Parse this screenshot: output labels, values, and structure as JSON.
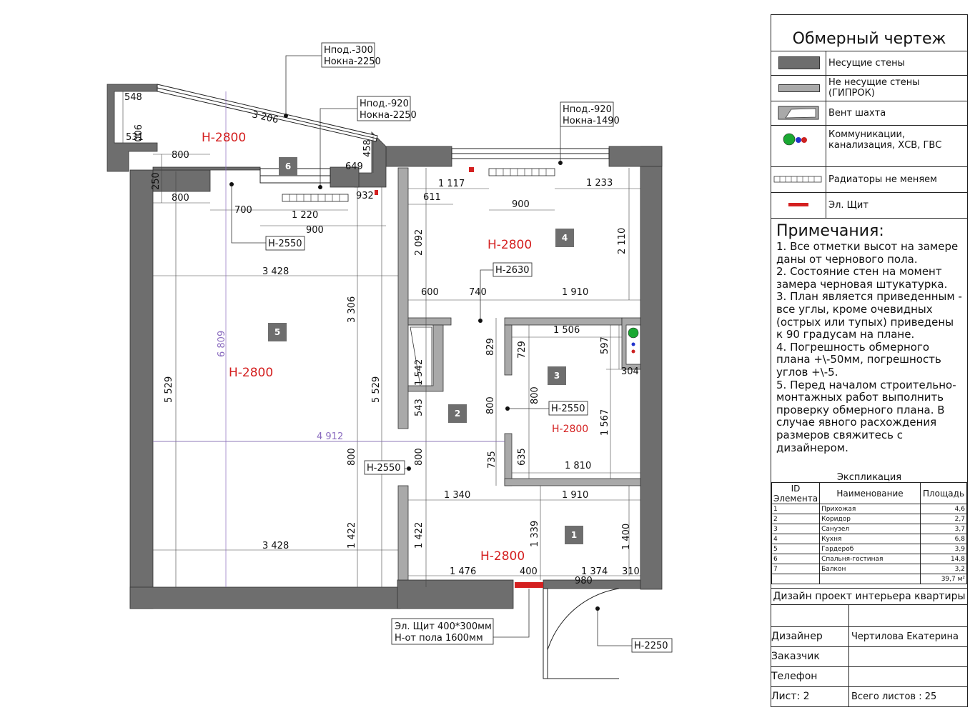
{
  "stamp": {
    "title": "Обмерный чертеж",
    "legend": [
      {
        "icon": "bearing-wall-swatch",
        "label": "Несущие стены",
        "color": "#6e6e6e"
      },
      {
        "icon": "partition-wall-swatch",
        "label": "Не несущие стены (ГИПРОК)",
        "color": "#a9a9a9"
      },
      {
        "icon": "vent-shaft-icon",
        "label": "Вент шахта"
      },
      {
        "icon": "utilities-icon",
        "label": "Коммуникации, канализация, ХСВ, ГВС"
      },
      {
        "icon": "radiator-icon",
        "label": "Радиаторы не меняем"
      },
      {
        "icon": "electric-panel-icon",
        "label": "Эл. Щит",
        "color": "#d42020"
      }
    ],
    "notes_title": "Примечания:",
    "notes": [
      "1. Все отметки высот на замере даны от чернового пола.",
      "2. Состояние стен на момент замера черновая штукатурка.",
      "3. План является приведенным - все углы, кроме очевидных (острых или тупых) приведены к 90 градусам на плане.",
      "4. Погрешность обмерного плана +\\-50мм, погрешность углов +\\-5.",
      "5. Перед началом строительно-монтажных работ выполнить проверку обмерного плана. В случае явного расхождения размеров свяжитесь с дизайнером."
    ],
    "explication_title": "Экспликация",
    "explication_headers": [
      "ID Элемента",
      "Наименование",
      "Площадь"
    ],
    "explication_rows": [
      {
        "id": "1",
        "name": "Прихожая",
        "area": "4,6"
      },
      {
        "id": "2",
        "name": "Коридор",
        "area": "2,7"
      },
      {
        "id": "3",
        "name": "Санузел",
        "area": "3,7"
      },
      {
        "id": "4",
        "name": "Кухня",
        "area": "6,8"
      },
      {
        "id": "5",
        "name": "Гардероб",
        "area": "3,9"
      },
      {
        "id": "6",
        "name": "Спальня-гостиная",
        "area": "14,8"
      },
      {
        "id": "7",
        "name": "Балкон",
        "area": "3,2"
      }
    ],
    "explication_total": "39,7 м²",
    "project_title": "Дизайн проект интерьера квартиры",
    "designer_label": "Дизайнер",
    "designer_name": "Чертилова Екатерина",
    "client_label": "Заказчик",
    "phone_label": "Телефон",
    "sheet_label": "Лист: 2",
    "sheets_total": "Всего листов : 25"
  },
  "plan": {
    "heights": {
      "h1": "Н-2800",
      "h2": "Н-2800",
      "h3": "Н-2800",
      "h4": "Н-2800",
      "h5": "Н-2800"
    },
    "tags": {
      "t_window1": "Нпод.-300",
      "t_window1b": "Нокна-2250",
      "t_window2": "Нпод.-920",
      "t_window2b": "Нокна-2250",
      "t_window3": "Нпод.-920",
      "t_window3b": "Нокна-1490",
      "t_h2550a": "Н-2550",
      "t_h2630": "Н-2630",
      "t_h2550b": "Н-2550",
      "t_h2550c": "Н-2550",
      "t_h2250": "Н-2250",
      "t_panel1": "Эл. Щит 400*300мм",
      "t_panel2": "Н-от пола 1600мм"
    },
    "rooms": [
      "1",
      "2",
      "3",
      "4",
      "5",
      "6"
    ],
    "dims": {
      "d548": "548",
      "d900a": "900",
      "d531": "531",
      "d3206": "3 206",
      "d458": "458",
      "d800a": "800",
      "d250": "250",
      "d800b": "800",
      "d649": "649",
      "d932": "932",
      "d700": "700",
      "d1220": "1 220",
      "d900b": "900",
      "d1117": "1 117",
      "d611": "611",
      "d900c": "900",
      "d1233": "1 233",
      "d2092": "2 092",
      "d2110": "2 110",
      "d3428a": "3 428",
      "d3306": "3 306",
      "d600": "600",
      "d740": "740",
      "d1910a": "1 910",
      "d6809": "6 809",
      "d829": "829",
      "d729": "729",
      "d1506": "1 506",
      "d597": "597",
      "d304": "304",
      "d5529a": "5 529",
      "d5529b": "5 529",
      "d1542": "1 542",
      "d800c": "800",
      "d800d": "800",
      "d1567": "1 567",
      "d543": "543",
      "d4912": "4 912",
      "d800e": "800",
      "d800f": "800",
      "d735": "735",
      "d635": "635",
      "d1810": "1 810",
      "d1340": "1 340",
      "d1910b": "1 910",
      "d1422a": "1 422",
      "d1422b": "1 422",
      "d1339": "1 339",
      "d1400": "1 400",
      "d3428b": "3 428",
      "d1476": "1 476",
      "d400": "400",
      "d1374": "1 374",
      "d310": "310",
      "d980": "980"
    }
  }
}
